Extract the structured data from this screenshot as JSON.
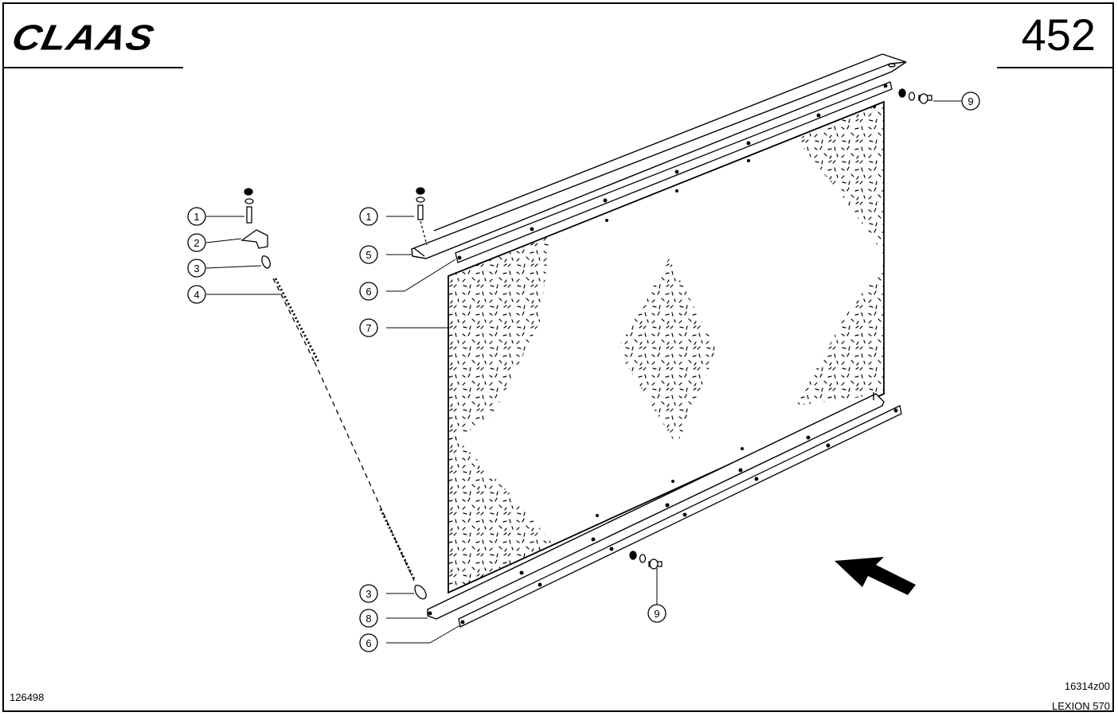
{
  "header": {
    "logo": "CLAAS",
    "page_number": "452"
  },
  "footer": {
    "image_ref": "126498",
    "drawing_ref": "16314z00",
    "model": "LEXION 570"
  },
  "callouts": [
    {
      "number": "1"
    },
    {
      "number": "2"
    },
    {
      "number": "3"
    },
    {
      "number": "4"
    },
    {
      "number": "1"
    },
    {
      "number": "5"
    },
    {
      "number": "6"
    },
    {
      "number": "7"
    },
    {
      "number": "9"
    },
    {
      "number": "9"
    },
    {
      "number": "3"
    },
    {
      "number": "8"
    },
    {
      "number": "6"
    }
  ]
}
